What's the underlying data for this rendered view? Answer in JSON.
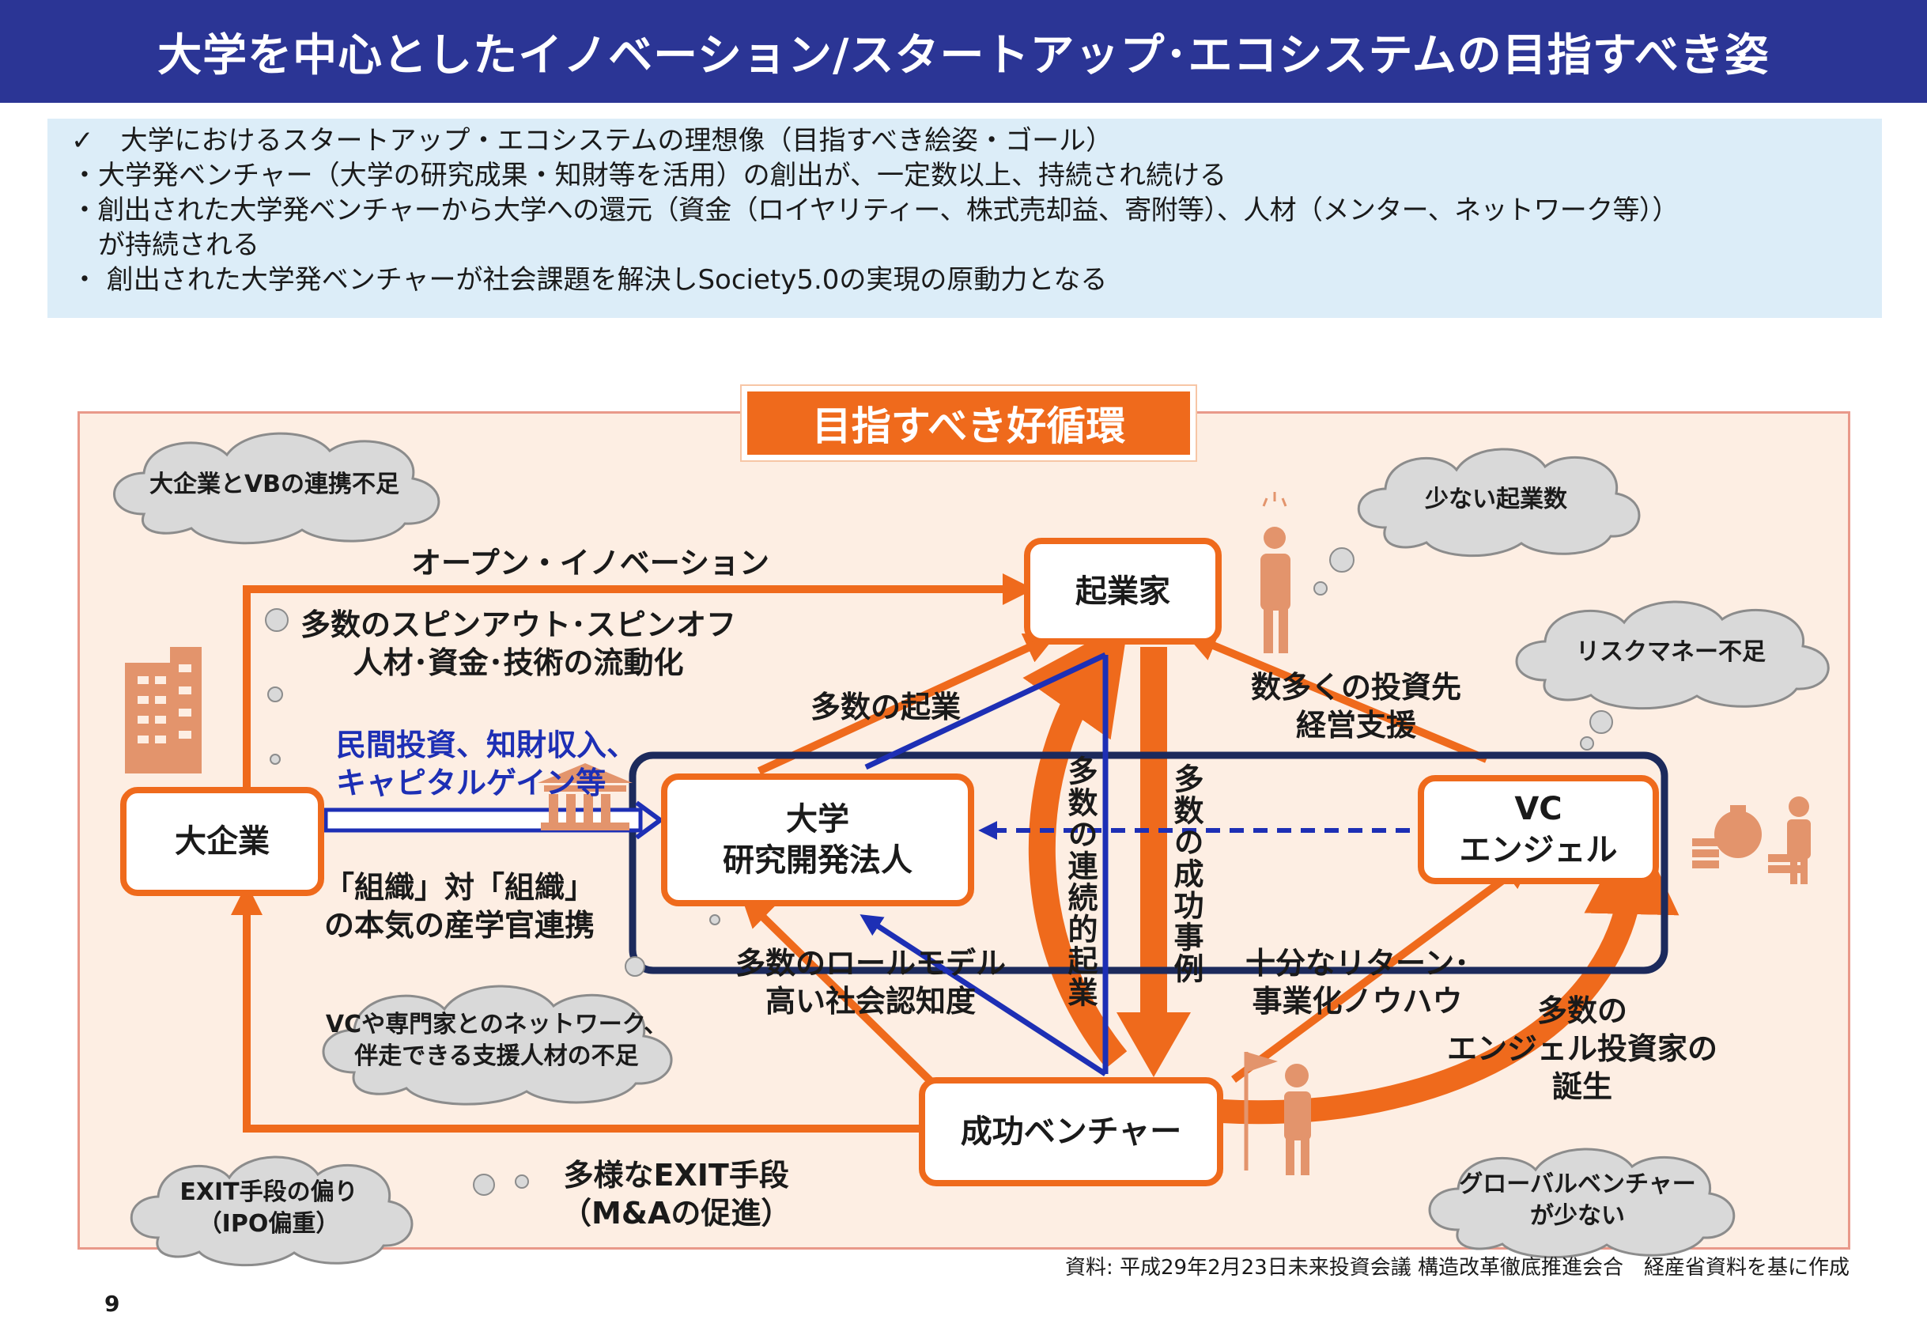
{
  "title": "大学を中心としたイノベーション/スタートアップ･エコシステムの目指すべき姿",
  "goals": {
    "lines": [
      "✓　大学におけるスタートアップ・エコシステムの理想像（目指すべき絵姿・ゴール）",
      "・大学発ベンチャー（大学の研究成果・知財等を活用）の創出が、一定数以上、持続され続ける",
      "・創出された大学発ベンチャーから大学への還元（資金（ロイヤリティー、株式売却益、寄附等）、人材（メンター、ネットワーク等））",
      "　が持続される",
      "・ 創出された大学発ベンチャーが社会課題を解決しSociety5.0の実現の原動力となる"
    ]
  },
  "diagram": {
    "heading": "目指すべき好循環",
    "nodes": {
      "entrepreneur": "起業家",
      "university_line1": "大学",
      "university_line2": "研究開発法人",
      "large_company": "大企業",
      "vc_line1": "VC",
      "vc_line2": "エンジェル",
      "success_venture": "成功ベンチャー"
    },
    "labels": {
      "open_innovation": "オープン・イノベーション",
      "spinout_line1": "多数のスピンアウト･スピンオフ",
      "spinout_line2": "人材･資金･技術の流動化",
      "many_startups": "多数の起業",
      "private_investment_line1": "民間投資、知財収入、",
      "private_investment_line2": "キャピタルゲイン等",
      "org_line1": "「組織」対「組織」",
      "org_line2": "の本気の産学官連携",
      "role_model_line1": "多数のロールモデル",
      "role_model_line2": "高い社会認知度",
      "investment_line1": "数多くの投資先",
      "investment_line2": "経営支援",
      "return_line1": "十分なリターン･",
      "return_line2": "事業化ノウハウ",
      "angel_line1": "多数の",
      "angel_line2": "エンジェル投資家の",
      "angel_line3": "誕生",
      "exit_line1": "多様なEXIT手段",
      "exit_line2": "（M&Aの促進）",
      "serial_startup": "多数の連続的起業",
      "success_cases": "多数の成功事例"
    },
    "clouds": {
      "collab_shortage": "大企業とVBの連携不足",
      "few_startups": "少ない起業数",
      "risk_money": "リスクマネー不足",
      "network_line1": "VCや専門家とのネットワーク、",
      "network_line2": "伴走できる支援人材の不足",
      "exit_bias_line1": "EXIT手段の偏り",
      "exit_bias_line2": "（IPO偏重）",
      "global_line1": "グローバルベンチャー",
      "global_line2": "が少ない"
    },
    "colors": {
      "accent_orange": "#ef6a1c",
      "navy_frame": "#1c2a5c",
      "blue_arrow": "#1d2fb5",
      "title_bg": "#2b3595"
    }
  },
  "source_note": "資料: 平成29年2月23日未来投資会議 構造改革徹底推進会合　経産省資料を基に作成",
  "page_number": "9"
}
